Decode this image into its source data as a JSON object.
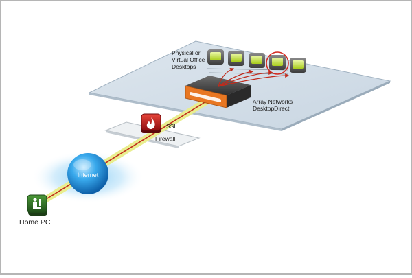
{
  "labels": {
    "desktops": [
      "Physical or",
      "Virtual Office",
      "Desktops"
    ],
    "appliance": [
      "Array Networks",
      "DesktopDirect"
    ],
    "ssl": "SSL",
    "firewall": "Firewall",
    "internet": "Internet",
    "home_pc": "Home PC"
  },
  "icons": {
    "desktop": "desktop-monitor-icon",
    "appliance": "network-appliance-icon",
    "firewall": "firewall-flame-icon",
    "internet": "internet-globe-icon",
    "home_pc": "user-at-computer-icon"
  },
  "desktops": {
    "count": 5,
    "highlighted_index": 3
  },
  "colors": {
    "accent_orange": "#e87722",
    "tunnel_yellow": "#e9ee8f",
    "tunnel_red": "#c22b1c",
    "screen_green": "#c6e03a",
    "firewall_red": "#c8161d",
    "internet_blue": "#1c8fd6",
    "home_pc_green": "#3e7c2e"
  }
}
